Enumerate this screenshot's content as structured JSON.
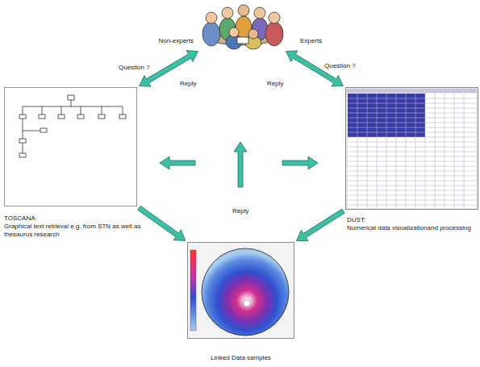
{
  "diagram": {
    "nodes": [
      {
        "text": [
          "Non-experts",
          "Experts"
        ]
      },
      {
        "text": [
          "TOSCANA:",
          "Graphical text retrieval e.g. from STN as well as thesaurus research"
        ]
      },
      {
        "text": [
          "DUST:",
          "Numerical data visualizationand processing"
        ]
      },
      {
        "text": [
          "Linked Data samples"
        ]
      }
    ],
    "edges": [
      {
        "from": 0,
        "to": 1,
        "arrow": "both",
        "label": "Question ?"
      },
      {
        "from": 0,
        "to": 2,
        "arrow": "both",
        "label": "Question ?"
      },
      {
        "from": 1,
        "to": 3,
        "arrow": "to"
      },
      {
        "from": 2,
        "to": 3,
        "arrow": "to"
      }
    ],
    "labels": [
      "Reply",
      "Reply",
      "Reply"
    ]
  }
}
